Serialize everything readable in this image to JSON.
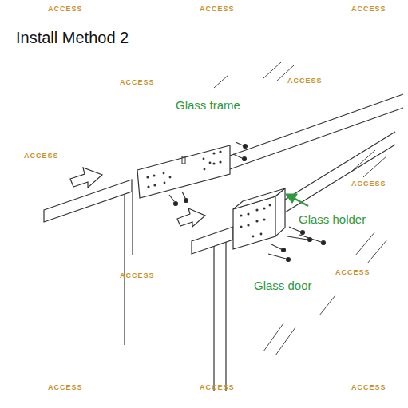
{
  "diagram": {
    "title": "Install Method 2",
    "labels": [
      "Glass frame",
      "Glass holder",
      "Glass door",
      "ACCESS",
      "ACCESS",
      "ACCESS",
      "ACCESS",
      "ACCESS",
      "ACCESS",
      "ACCESS",
      "ACCESS",
      "ACCESS",
      "ACCESS",
      "ACCESS",
      "ACCESS"
    ]
  }
}
